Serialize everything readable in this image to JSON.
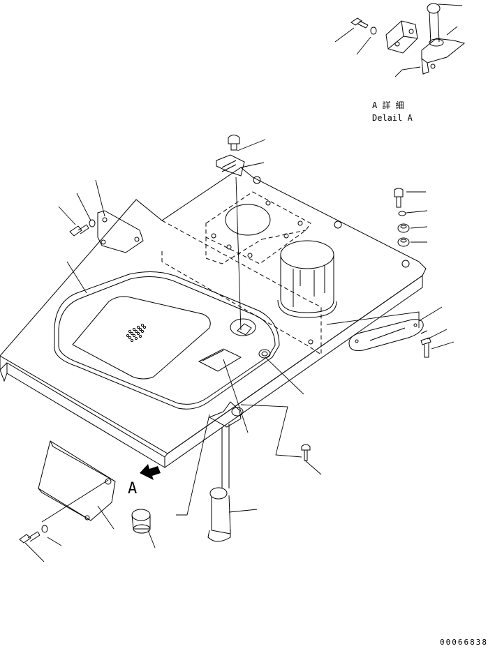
{
  "detail": {
    "title_jp": "A 詳 細",
    "title_en": "Delail A"
  },
  "view_marker": "A",
  "drawing_number": "00066838"
}
